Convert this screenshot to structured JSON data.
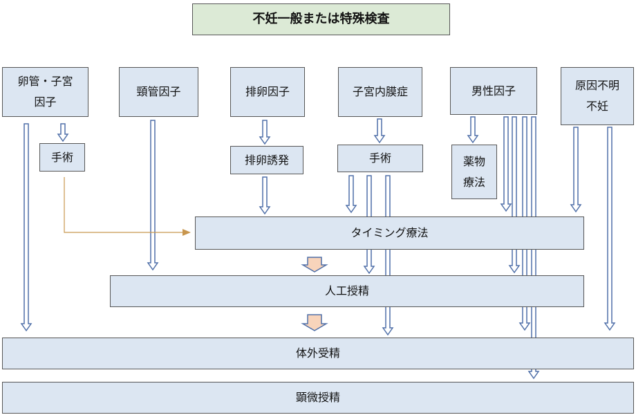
{
  "title": "不妊一般または特殊検査",
  "factors": [
    {
      "id": "f1",
      "label": "卵管・子宮\n因子"
    },
    {
      "id": "f2",
      "label": "頸管因子"
    },
    {
      "id": "f3",
      "label": "排卵因子"
    },
    {
      "id": "f4",
      "label": "子宮内膜症"
    },
    {
      "id": "f5",
      "label": "男性因子"
    },
    {
      "id": "f6",
      "label": "原因不明\n不妊"
    }
  ],
  "treatments": [
    {
      "id": "t1",
      "label": "手術"
    },
    {
      "id": "t2",
      "label": "排卵誘発"
    },
    {
      "id": "t3",
      "label": "手術"
    },
    {
      "id": "t4",
      "label": "薬物\n療法"
    }
  ],
  "stages": [
    {
      "id": "s1",
      "label": "タイミング療法"
    },
    {
      "id": "s2",
      "label": "人工授精"
    },
    {
      "id": "s3",
      "label": "体外受精"
    },
    {
      "id": "s4",
      "label": "顕微授精"
    }
  ],
  "colors": {
    "title_fill": "#dcead6",
    "box_fill": "#dce6f2",
    "arrow_stroke": "#4f6fa8",
    "step_arrow_fill": "#f8d4bb",
    "step_arrow_stroke": "#4f6fa8",
    "connector": "#c8964e"
  }
}
